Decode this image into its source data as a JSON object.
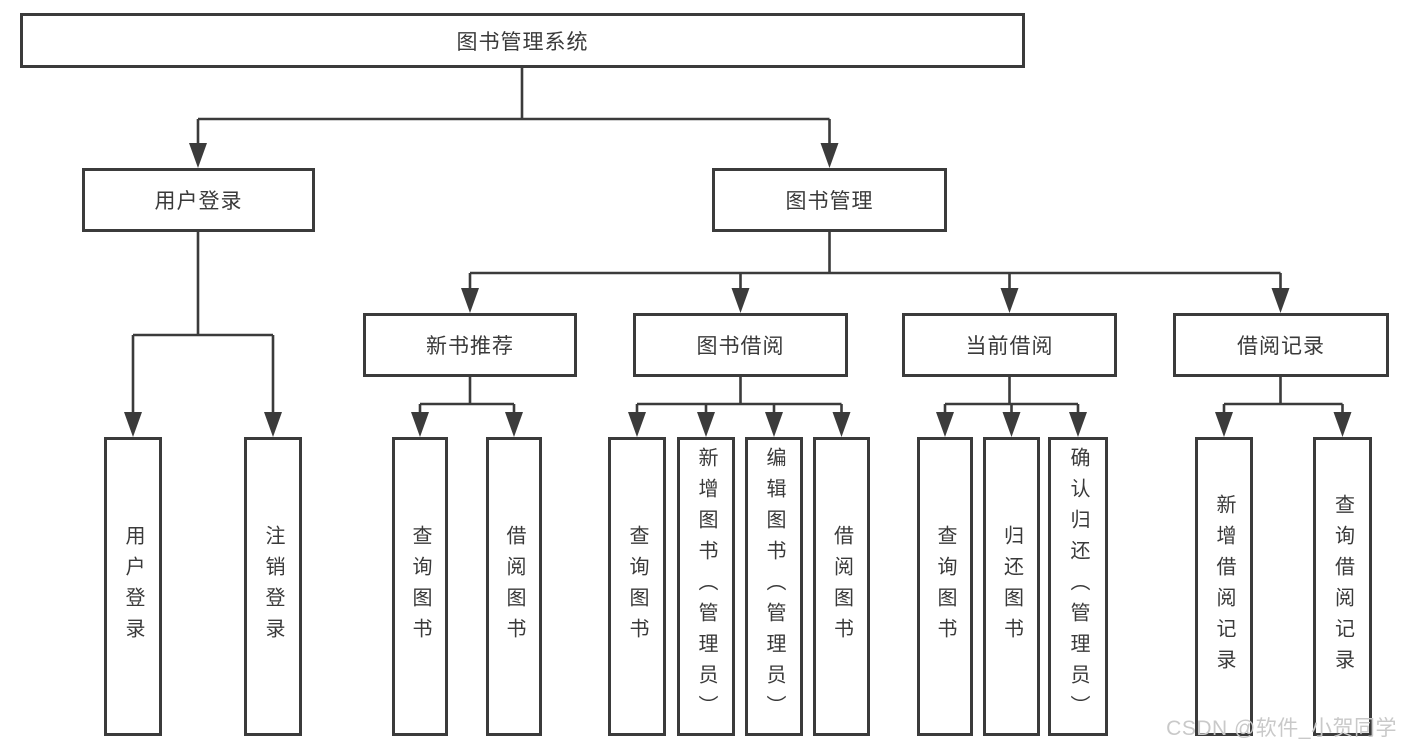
{
  "diagram": {
    "root": {
      "label": "图书管理系统"
    },
    "branches": [
      {
        "label": "用户登录",
        "children": [
          {
            "label": "用户登录"
          },
          {
            "label": "注销登录"
          }
        ]
      },
      {
        "label": "图书管理",
        "children": [
          {
            "label": "新书推荐",
            "children": [
              {
                "label": "查询图书"
              },
              {
                "label": "借阅图书"
              }
            ]
          },
          {
            "label": "图书借阅",
            "children": [
              {
                "label": "查询图书"
              },
              {
                "label": "新增图书（管理员）"
              },
              {
                "label": "编辑图书（管理员）"
              },
              {
                "label": "借阅图书"
              }
            ]
          },
          {
            "label": "当前借阅",
            "children": [
              {
                "label": "查询图书"
              },
              {
                "label": "归还图书"
              },
              {
                "label": "确认归还（管理员）"
              }
            ]
          },
          {
            "label": "借阅记录",
            "children": [
              {
                "label": "新增借阅记录"
              },
              {
                "label": "查询借阅记录"
              }
            ]
          }
        ]
      }
    ]
  },
  "watermark": {
    "text": "CSDN @软件_小贺同学"
  },
  "colors": {
    "line": "#3b3b3b",
    "box_border": "#3b3b3b",
    "box_fill": "#ffffff",
    "text": "#3a3a3a",
    "watermark": "#c9c9c9",
    "background": "#ffffff"
  }
}
